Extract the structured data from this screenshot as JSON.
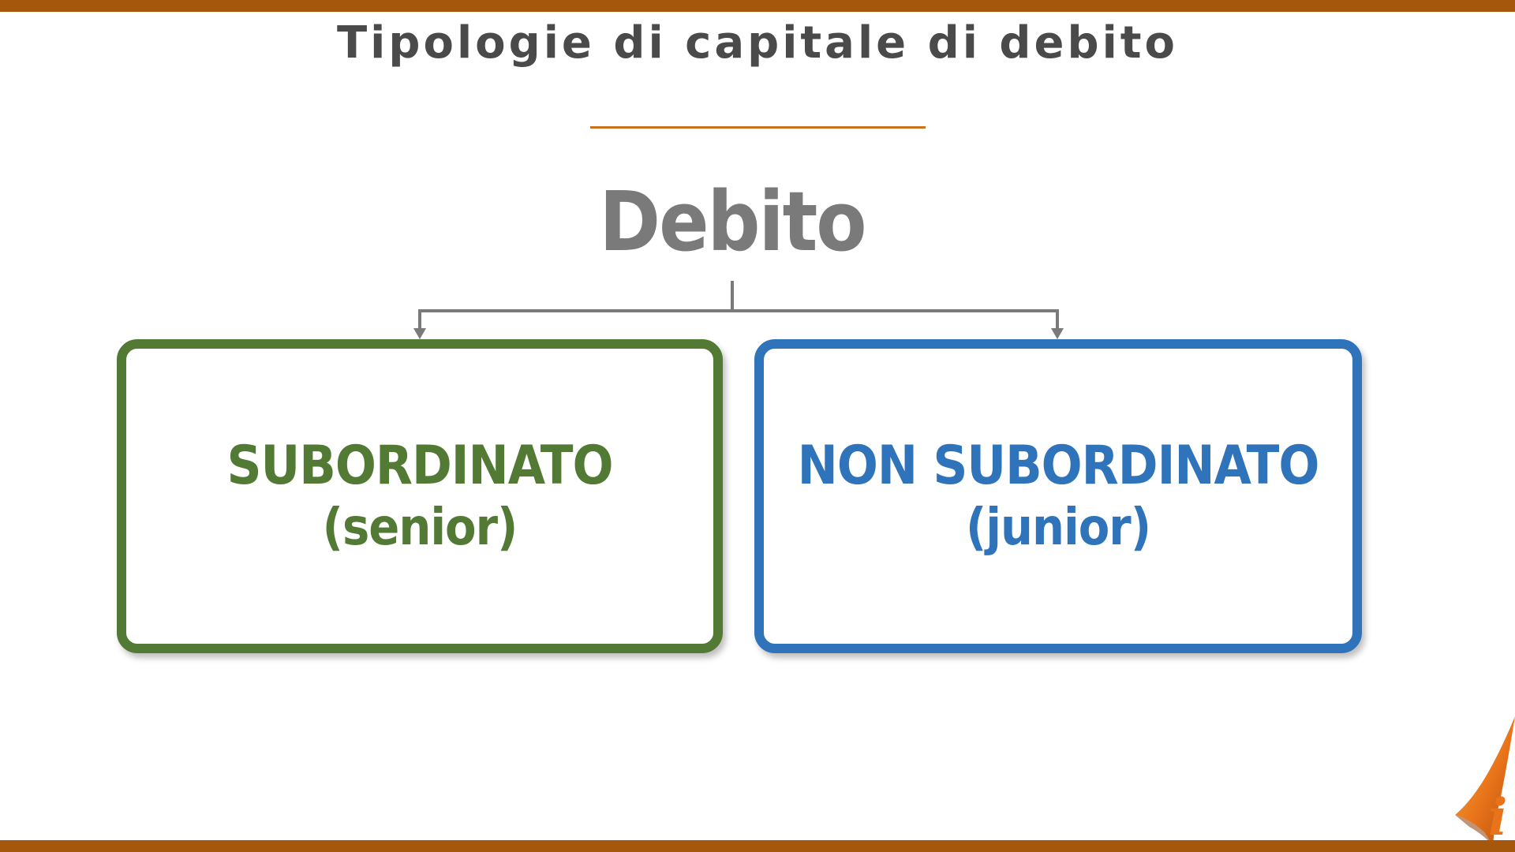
{
  "slide": {
    "title": "Tipologie di capitale di debito"
  },
  "diagram": {
    "root": "Debito",
    "children": [
      {
        "title": "SUBORDINATO",
        "subtitle": "(senior)",
        "color": "#527a35"
      },
      {
        "title": "NON SUBORDINATO",
        "subtitle": "(junior)",
        "color": "#2f74bb"
      }
    ]
  },
  "theme": {
    "bar_color": "#a5570c",
    "accent": "#c9711e",
    "connector_color": "#7a7a7a"
  },
  "logo": {
    "icon": "page-curl-info-icon",
    "letter": "i"
  }
}
